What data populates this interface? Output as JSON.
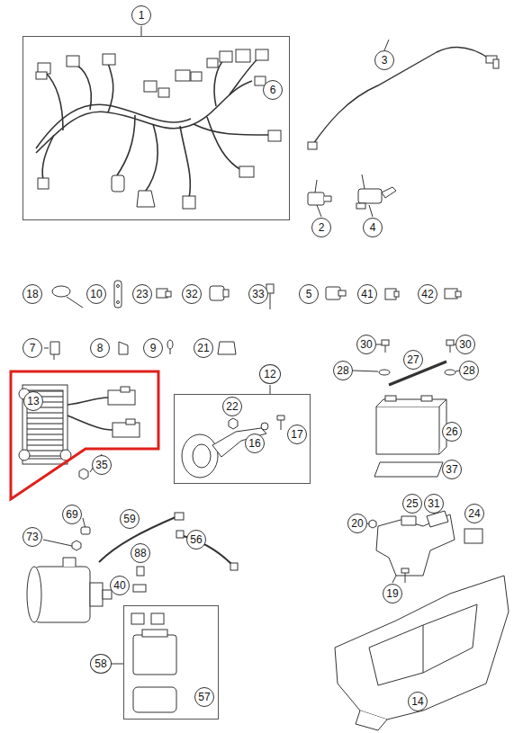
{
  "diagram": {
    "nodes": [
      {
        "text": [
          "1"
        ]
      },
      {
        "text": [
          "6"
        ],
        "in": 0
      },
      {
        "text": [
          "3"
        ]
      },
      {
        "text": [
          "2"
        ]
      },
      {
        "text": [
          "4"
        ]
      },
      {
        "text": [
          "18"
        ]
      },
      {
        "text": [
          "10"
        ]
      },
      {
        "text": [
          "23"
        ]
      },
      {
        "text": [
          "32"
        ]
      },
      {
        "text": [
          "33"
        ]
      },
      {
        "text": [
          "5"
        ]
      },
      {
        "text": [
          "41"
        ]
      },
      {
        "text": [
          "42"
        ]
      },
      {
        "text": [
          "7"
        ]
      },
      {
        "text": [
          "8"
        ]
      },
      {
        "text": [
          "9"
        ]
      },
      {
        "text": [
          "21"
        ]
      },
      {
        "text": [
          "30"
        ]
      },
      {
        "text": [
          "30"
        ]
      },
      {
        "text": [
          "27"
        ]
      },
      {
        "text": [
          "28"
        ]
      },
      {
        "text": [
          "28"
        ]
      },
      {
        "text": [
          "12"
        ]
      },
      {
        "text": [
          "22"
        ],
        "in": 22
      },
      {
        "text": [
          "17"
        ],
        "in": 22
      },
      {
        "text": [
          "16"
        ],
        "in": 22
      },
      {
        "text": [
          "13"
        ]
      },
      {
        "text": [
          "26"
        ]
      },
      {
        "text": [
          "35"
        ]
      },
      {
        "text": [
          "37"
        ]
      },
      {
        "text": [
          "25"
        ]
      },
      {
        "text": [
          "31"
        ]
      },
      {
        "text": [
          "69"
        ]
      },
      {
        "text": [
          "24"
        ]
      },
      {
        "text": [
          "59"
        ]
      },
      {
        "text": [
          "20"
        ]
      },
      {
        "text": [
          "73"
        ]
      },
      {
        "text": [
          "56"
        ]
      },
      {
        "text": [
          "88"
        ]
      },
      {
        "text": [
          "40"
        ]
      },
      {
        "text": [
          "19"
        ]
      },
      {
        "text": [
          "58"
        ]
      },
      {
        "text": [
          "57"
        ],
        "in": 41
      },
      {
        "text": [
          "14"
        ]
      }
    ]
  }
}
